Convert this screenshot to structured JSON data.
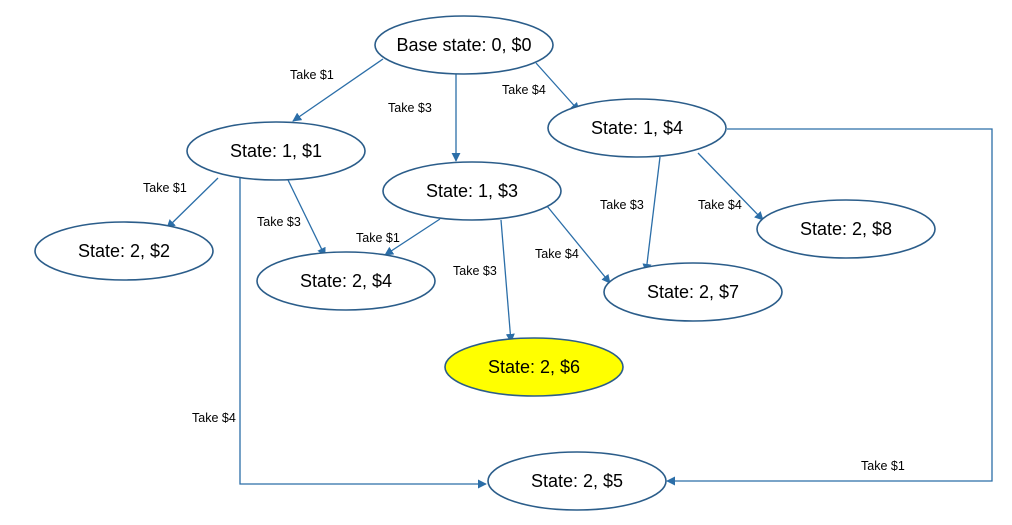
{
  "colors": {
    "node_stroke": "#2b5d8a",
    "edge": "#2b6ea8",
    "highlight_fill": "#ffff00",
    "background": "#ffffff"
  },
  "nodes": [
    {
      "id": "base",
      "label": "Base state: 0, $0",
      "highlighted": false
    },
    {
      "id": "s1_1",
      "label": "State: 1, $1",
      "highlighted": false
    },
    {
      "id": "s1_3",
      "label": "State: 1, $3",
      "highlighted": false
    },
    {
      "id": "s1_4",
      "label": "State: 1, $4",
      "highlighted": false
    },
    {
      "id": "s2_2",
      "label": "State: 2, $2",
      "highlighted": false
    },
    {
      "id": "s2_4",
      "label": "State: 2, $4",
      "highlighted": false
    },
    {
      "id": "s2_6",
      "label": "State: 2, $6",
      "highlighted": true
    },
    {
      "id": "s2_7",
      "label": "State: 2, $7",
      "highlighted": false
    },
    {
      "id": "s2_8",
      "label": "State: 2, $8",
      "highlighted": false
    },
    {
      "id": "s2_5",
      "label": "State: 2, $5",
      "highlighted": false
    }
  ],
  "edges": [
    {
      "from": "base",
      "to": "s1_1",
      "label": "Take $1"
    },
    {
      "from": "base",
      "to": "s1_3",
      "label": "Take $3"
    },
    {
      "from": "base",
      "to": "s1_4",
      "label": "Take $4"
    },
    {
      "from": "s1_1",
      "to": "s2_2",
      "label": "Take $1"
    },
    {
      "from": "s1_1",
      "to": "s2_4",
      "label": "Take $3"
    },
    {
      "from": "s1_1",
      "to": "s2_5",
      "label": "Take $4"
    },
    {
      "from": "s1_3",
      "to": "s2_4",
      "label": "Take $1"
    },
    {
      "from": "s1_3",
      "to": "s2_6",
      "label": "Take $3"
    },
    {
      "from": "s1_3",
      "to": "s2_7",
      "label": "Take $4"
    },
    {
      "from": "s1_4",
      "to": "s2_7",
      "label": "Take $3"
    },
    {
      "from": "s1_4",
      "to": "s2_8",
      "label": "Take $4"
    },
    {
      "from": "s1_4",
      "to": "s2_5",
      "label": "Take $1"
    }
  ]
}
